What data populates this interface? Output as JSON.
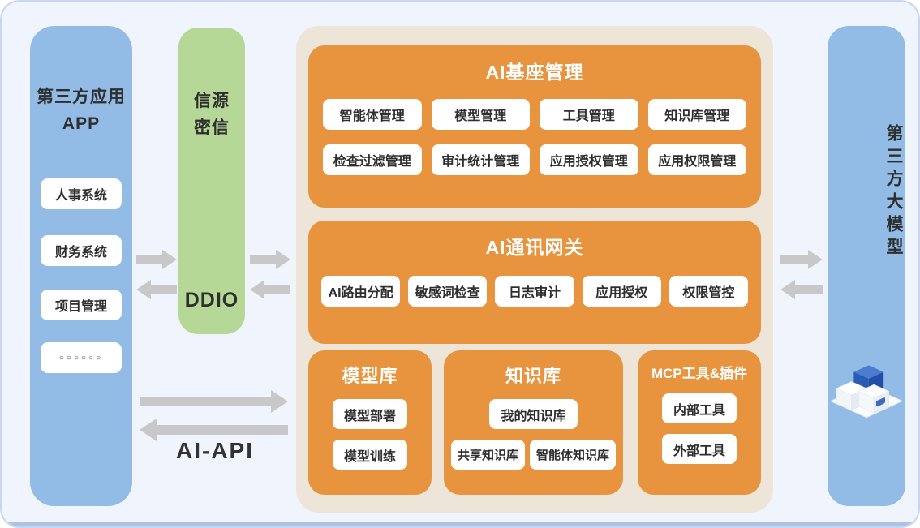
{
  "left_column": {
    "title_line1": "第三方应用",
    "title_line2": "APP",
    "items": [
      "人事系统",
      "财务系统",
      "项目管理"
    ],
    "dots_item": "○○○○○○"
  },
  "middle_column": {
    "title_line1": "信源",
    "title_line2": "密信",
    "label": "DDIO"
  },
  "center_panel": {
    "sections": [
      {
        "title": "AI基座管理",
        "rows": [
          [
            "智能体管理",
            "模型管理",
            "工具管理",
            "知识库管理"
          ],
          [
            "检查过滤管理",
            "审计统计管理",
            "应用授权管理",
            "应用权限管理"
          ]
        ]
      },
      {
        "title": "AI通讯网关",
        "rows": [
          [
            "AI路由分配",
            "敏感词检查",
            "日志审计",
            "应用授权",
            "权限管控"
          ]
        ]
      }
    ],
    "bottom_boxes": [
      {
        "title": "模型库",
        "items": [
          "模型部署",
          "模型训练"
        ]
      },
      {
        "title": "知识库",
        "items_top": [
          "我的知识库"
        ],
        "items_bottom": [
          "共享知识库",
          "智能体知识库"
        ]
      },
      {
        "title": "MCP工具&插件",
        "items": [
          "内部工具",
          "外部工具"
        ]
      }
    ]
  },
  "right_column": {
    "title": "第三方大模型"
  },
  "labels": {
    "ai_api": "AI-API"
  },
  "icons": {
    "arrow_right": "right-arrow",
    "arrow_left": "left-arrow",
    "cubes": "3d-cubes-illustration"
  },
  "colors": {
    "frame_bg": "#F0F4FC",
    "frame_border": "#C9D7F0",
    "frame_base": "#AEC2E4",
    "blue_column": "#92BCE5",
    "green_column": "#B6D897",
    "cream_panel": "#EDE5D8",
    "orange_box": "#E8933D",
    "arrow_gray": "#C8C8C8",
    "dark_text": "#2E2E2E",
    "white": "#FFFFFF"
  }
}
